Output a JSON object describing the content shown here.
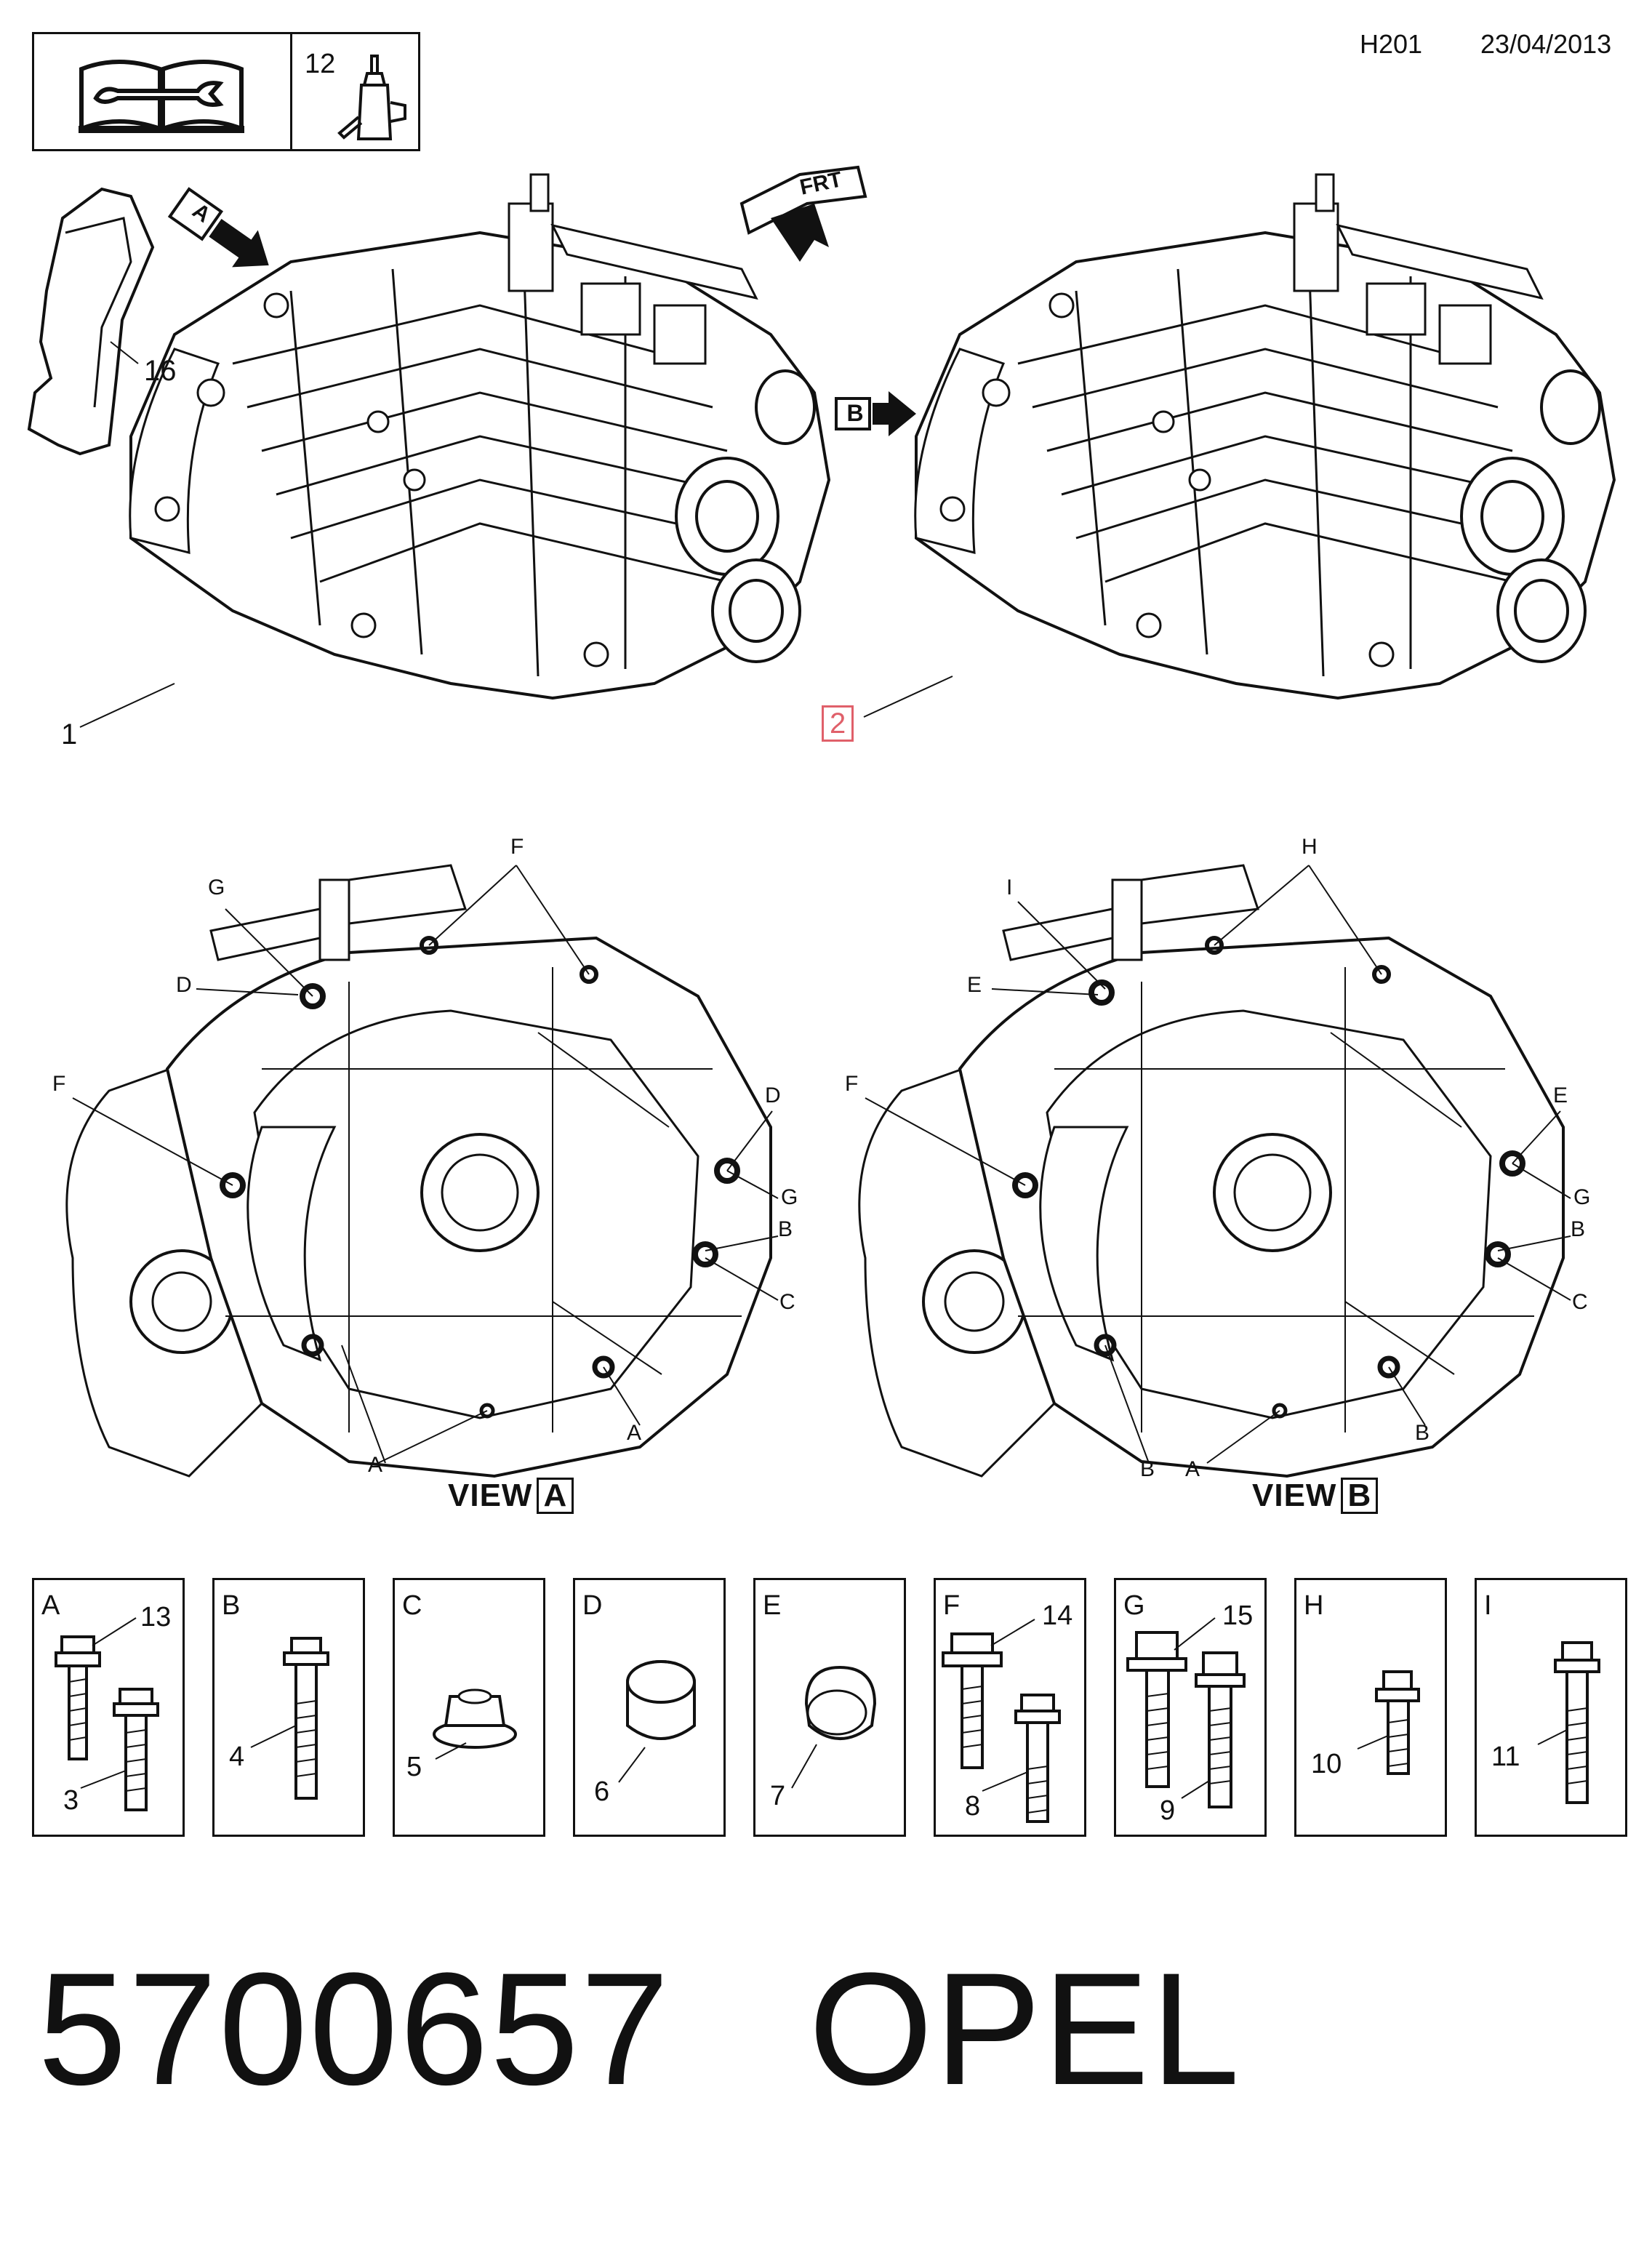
{
  "header": {
    "code": "H201",
    "date": "23/04/2013"
  },
  "toolbox": {
    "item": "12"
  },
  "icons": {
    "manual": "manual-wrench-icon",
    "lubricant": "lubricant-bottle-icon"
  },
  "top": {
    "arrow_a": "A",
    "arrow_b": "B",
    "arrow_frt": "FRT",
    "part_1": "1",
    "part_2": "2",
    "part_16": "16",
    "highlight_color": "#e0606a"
  },
  "view_a": {
    "title": "VIEW",
    "box": "A",
    "labels": {
      "G": "G",
      "F_top": "F",
      "D_top": "D",
      "F_left": "F",
      "D_right": "D",
      "G_right": "G",
      "B_right": "B",
      "C_right": "C",
      "A_bottom_left": "A",
      "A_bottom_right": "A"
    }
  },
  "view_b": {
    "title": "VIEW",
    "box": "B",
    "labels": {
      "I": "I",
      "H_top": "H",
      "E_top": "E",
      "F_left": "F",
      "E_right": "E",
      "G_right": "G",
      "B_right": "B",
      "C_right": "C",
      "B_bottom_left": "B",
      "A_bottom": "A",
      "B_bottom_right": "B"
    }
  },
  "fasteners": [
    {
      "letter": "A",
      "nums": [
        "13",
        "3"
      ]
    },
    {
      "letter": "B",
      "nums": [
        "4"
      ]
    },
    {
      "letter": "C",
      "nums": [
        "5"
      ]
    },
    {
      "letter": "D",
      "nums": [
        "6"
      ]
    },
    {
      "letter": "E",
      "nums": [
        "7"
      ]
    },
    {
      "letter": "F",
      "nums": [
        "14",
        "8"
      ]
    },
    {
      "letter": "G",
      "nums": [
        "15",
        "9"
      ]
    },
    {
      "letter": "H",
      "nums": [
        "10"
      ]
    },
    {
      "letter": "I",
      "nums": [
        "11"
      ]
    }
  ],
  "footer": {
    "part_number": "5700657",
    "brand": "OPEL"
  }
}
